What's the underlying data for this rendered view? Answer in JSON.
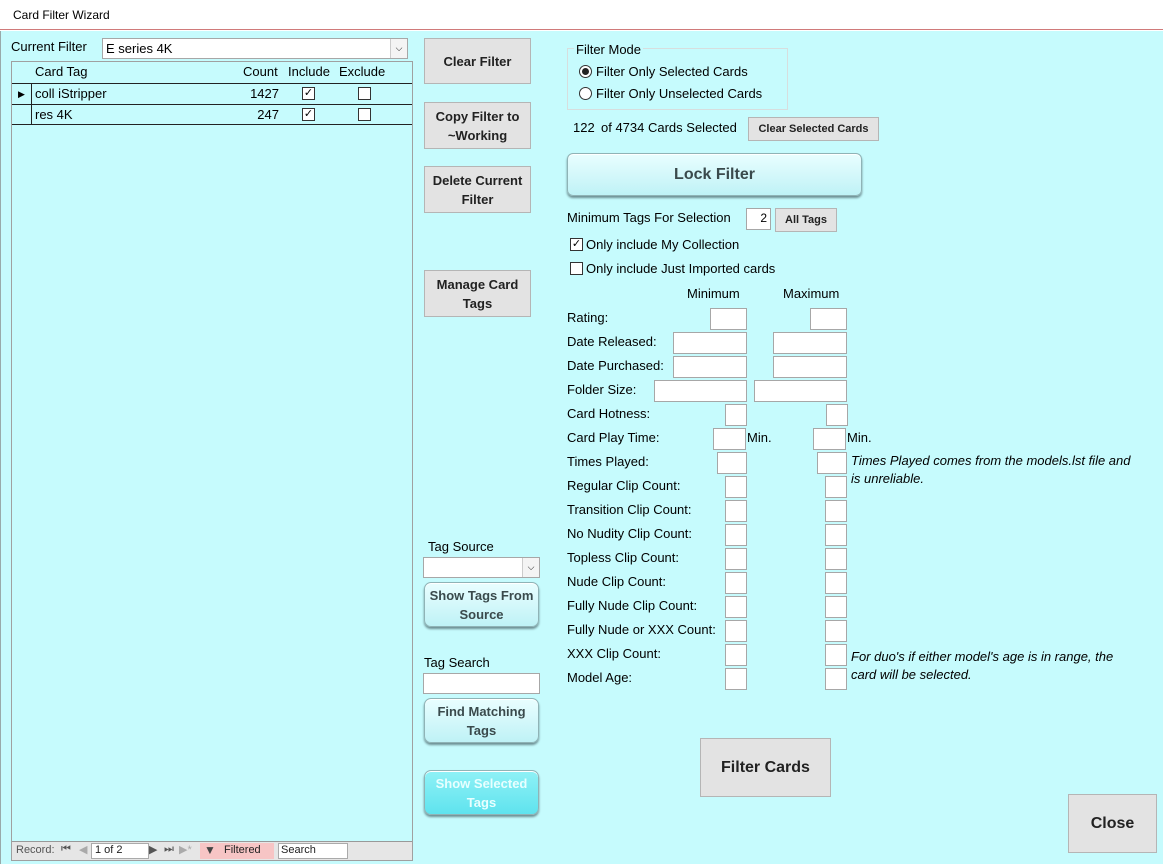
{
  "window": {
    "title": "Card Filter Wizard"
  },
  "current_filter": {
    "label": "Current Filter",
    "value": "E series 4K"
  },
  "tag_grid": {
    "headers": {
      "tag": "Card Tag",
      "count": "Count",
      "include": "Include",
      "exclude": "Exclude"
    },
    "rows": [
      {
        "tag": "coll iStripper",
        "count": "1427",
        "include": true,
        "exclude": false
      },
      {
        "tag": "res 4K",
        "count": "247",
        "include": true,
        "exclude": false
      }
    ],
    "record_nav": {
      "label": "Record:",
      "position": "1 of 2",
      "filtered": "Filtered",
      "search": "Search"
    }
  },
  "buttons": {
    "clear_filter": "Clear Filter",
    "copy_filter": "Copy Filter to ~Working",
    "delete_filter": "Delete Current Filter",
    "manage_tags": "Manage Card Tags",
    "show_tags_from_source": "Show Tags From Source",
    "find_matching_tags": "Find Matching Tags",
    "show_selected_tags": "Show Selected Tags",
    "lock_filter": "Lock Filter",
    "clear_selected_cards": "Clear Selected Cards",
    "all_tags": "All Tags",
    "filter_cards": "Filter Cards",
    "close": "Close"
  },
  "tag_source": {
    "label": "Tag Source",
    "value": ""
  },
  "tag_search": {
    "label": "Tag Search",
    "value": ""
  },
  "filter_mode": {
    "legend": "Filter Mode",
    "options": [
      "Filter Only Selected Cards",
      "Filter Only Unselected Cards"
    ],
    "selected_index": 0
  },
  "selection": {
    "selected": "122",
    "text": "of 4734 Cards Selected"
  },
  "min_tags": {
    "label": "Minimum Tags For Selection",
    "value": "2"
  },
  "checkboxes": {
    "my_collection": {
      "label": "Only include My Collection",
      "checked": true
    },
    "just_imported": {
      "label": "Only include Just Imported cards",
      "checked": false
    }
  },
  "range": {
    "min_header": "Minimum",
    "max_header": "Maximum",
    "unit_min": "Min.",
    "fields": [
      "Rating:",
      "Date Released:",
      "Date Purchased:",
      "Folder Size:",
      "Card Hotness:",
      "Card Play Time:",
      "Times Played:",
      "Regular Clip Count:",
      "Transition Clip Count:",
      "No Nudity Clip Count:",
      "Topless Clip Count:",
      "Nude Clip Count:",
      "Fully Nude Clip Count:",
      "Fully Nude or XXX Count:",
      "XXX Clip Count:",
      "Model Age:"
    ]
  },
  "notes": {
    "times_played": "Times Played comes from the models.lst file and is unreliable.",
    "model_age": "For duo's if either model's age is in range, the card will be selected."
  }
}
